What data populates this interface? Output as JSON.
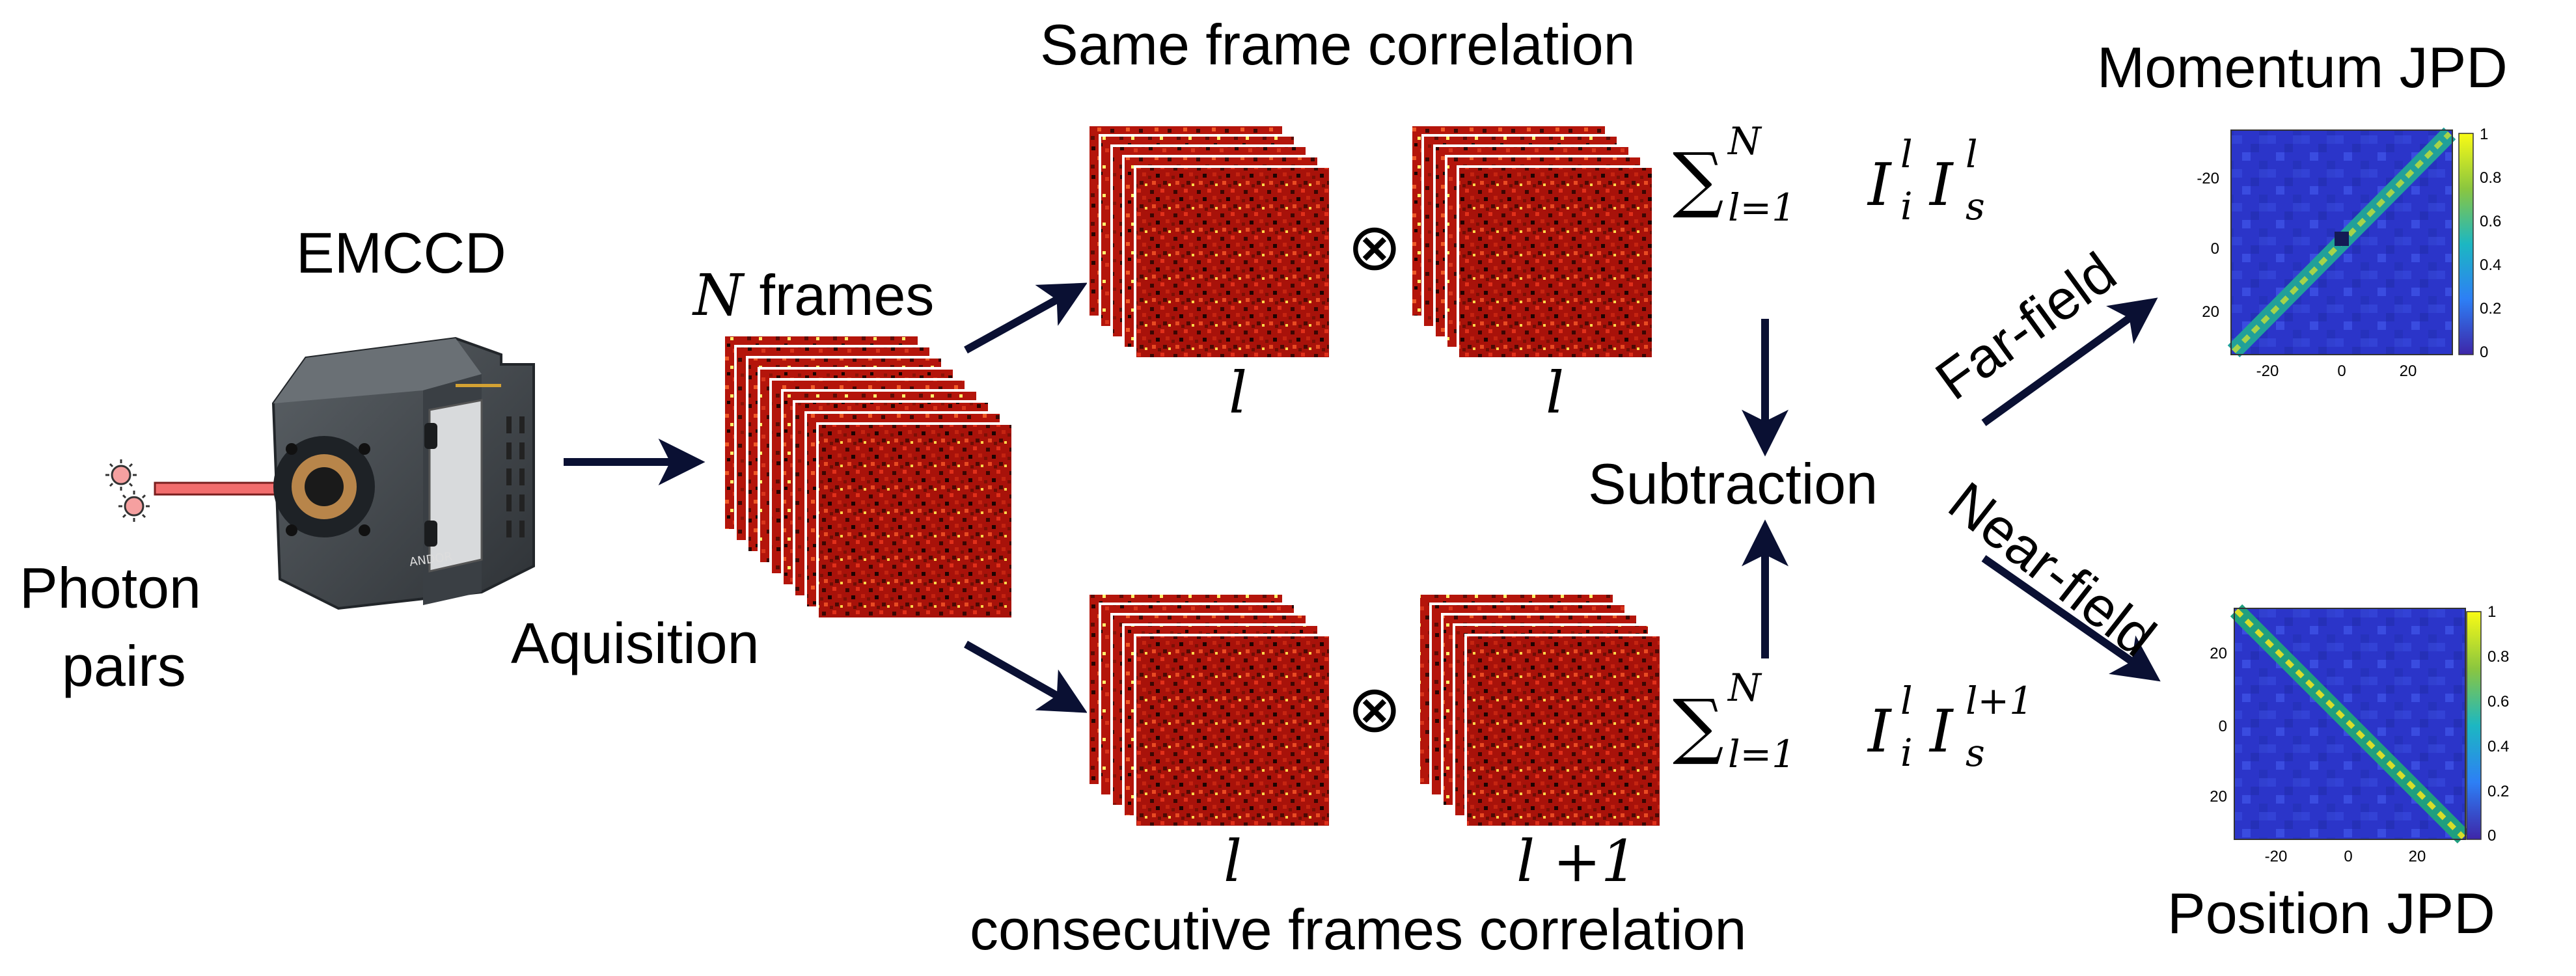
{
  "labels": {
    "photon_pairs_line1": "Photon",
    "photon_pairs_line2": "pairs",
    "camera": "EMCCD",
    "acquisition": "Aquisition",
    "n_symbol": "N",
    "frames": "frames",
    "same_frame_title": "Same frame correlation",
    "consecutive_title": "consecutive frames correlation",
    "top_left_index": "l",
    "top_right_index": "l",
    "bottom_left_index": "l",
    "bottom_right_index": "l +1",
    "tensor_op": "⊗",
    "subtraction": "Subtraction",
    "far_field": "Far-field",
    "near_field": "Near-field",
    "momentum_title": "Momentum JPD",
    "position_title": "Position JPD"
  },
  "formulas": {
    "sum_symbol": "∑",
    "upper": "N",
    "lower": "l=1",
    "var_i": "I",
    "sub_i": "i",
    "sup_same": "l",
    "var_s": "I",
    "sub_s": "s",
    "sup_consec": "l+1"
  },
  "camera_brand": "ANDOR",
  "momentum_plot": {
    "y_ticks": [
      "-20",
      "0",
      "20"
    ],
    "x_ticks": [
      "-20",
      "0",
      "20"
    ],
    "colorbar_ticks": [
      "1",
      "0.8",
      "0.6",
      "0.4",
      "0.2",
      "0"
    ]
  },
  "position_plot": {
    "y_ticks": [
      "20",
      "0",
      "20"
    ],
    "x_ticks": [
      "-20",
      "0",
      "20"
    ],
    "colorbar_ticks": [
      "1",
      "0.8",
      "0.6",
      "0.4",
      "0.2",
      "0"
    ]
  },
  "colors": {
    "arrow": "#0a1033",
    "frame_bg": "#b01208",
    "jpd_bg": "#2a34c8",
    "photon_beam": "#f26d6d"
  }
}
